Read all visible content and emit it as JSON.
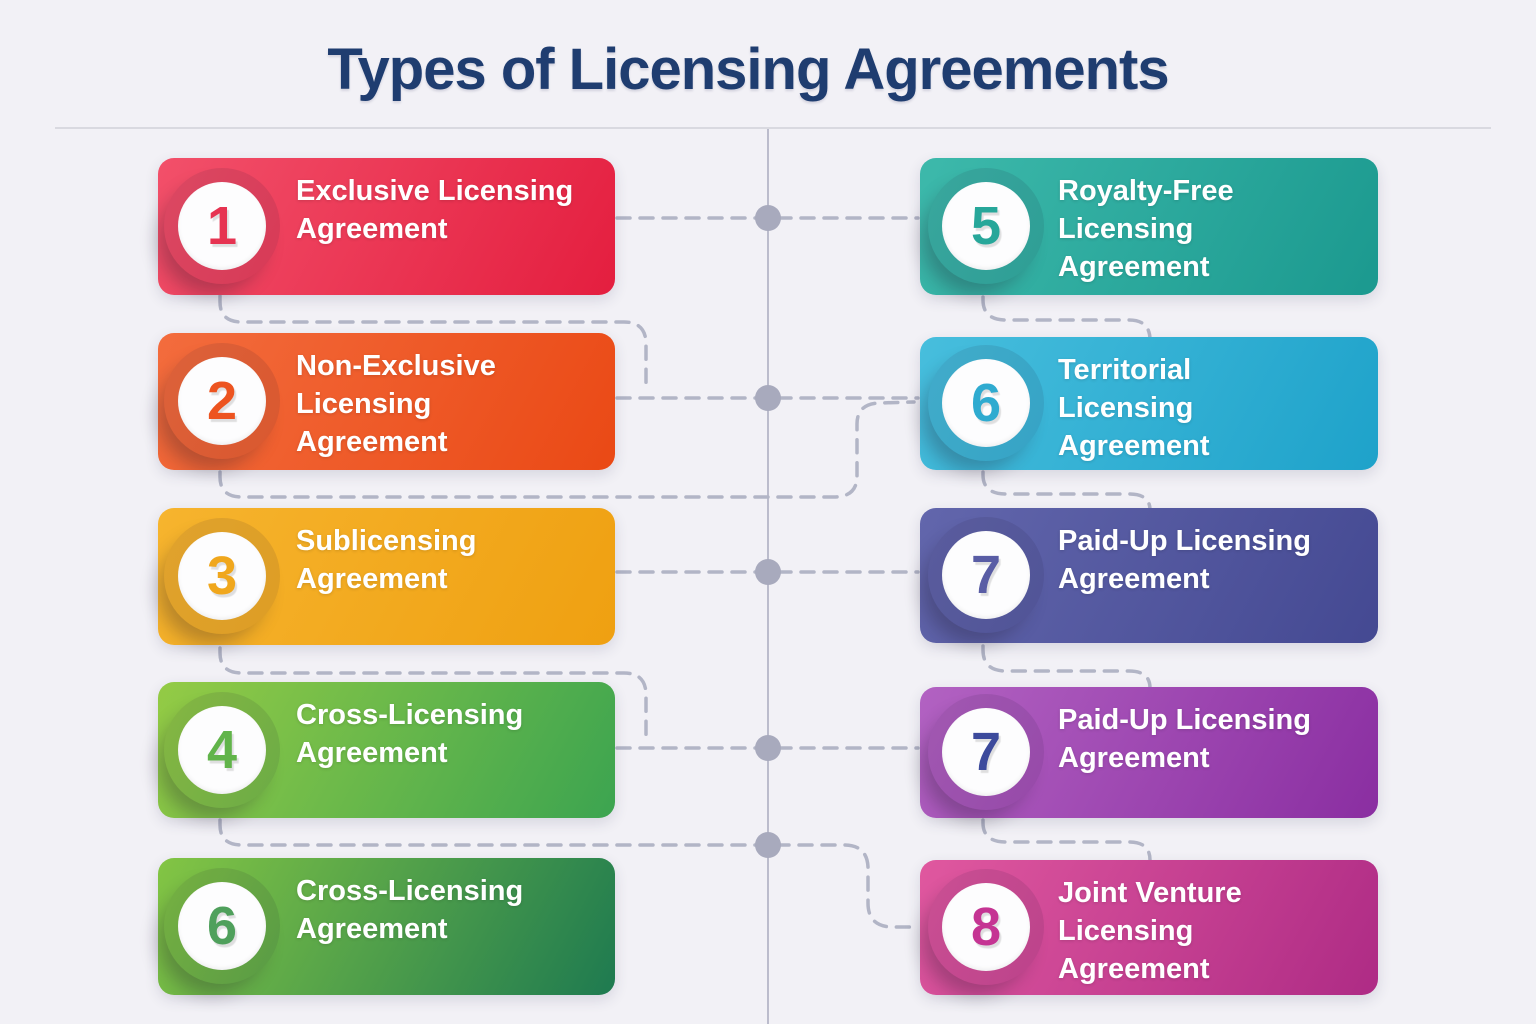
{
  "title": "Types of Licensing Agreements",
  "title_color": "#1f3d70",
  "background_color": "#f2f1f6",
  "connectors": {
    "dash_color": "#b2b5c6",
    "dot_color": "#a8aabd",
    "vertical_line_color": "#b5b6c8",
    "divider_color": "#d9d9e0"
  },
  "columns": {
    "left": [
      {
        "number": "1",
        "label": "Exclusive Licensing Agreement",
        "lines": [
          "Exclusive Licensing",
          "Agreement"
        ],
        "color_start": "#f2506a",
        "color_end": "#e41e3f",
        "number_color": "#e63351"
      },
      {
        "number": "2",
        "label": "Non-Exclusive Licensing Agreement",
        "lines": [
          "Non-Exclusive",
          "Licensing",
          "Agreement"
        ],
        "color_start": "#f36c3d",
        "color_end": "#ea4915",
        "number_color": "#ed5420"
      },
      {
        "number": "3",
        "label": "Sublicensing Agreement",
        "lines": [
          "Sublicensing",
          "Agreement"
        ],
        "color_start": "#f6b42e",
        "color_end": "#efa011",
        "number_color": "#f0a71d"
      },
      {
        "number": "4",
        "label": "Cross-Licensing Agreement",
        "lines": [
          "Cross-Licensing",
          "Agreement"
        ],
        "color_start": "#94cb45",
        "color_end": "#3ca450",
        "number_color": "#61b44a"
      },
      {
        "number": "6",
        "label": "Cross-Licensing Agreement",
        "lines": [
          "Cross-Licensing",
          "Agreement"
        ],
        "color_start": "#83c544",
        "color_end": "#1e7a50",
        "number_color": "#4fa05c"
      }
    ],
    "right": [
      {
        "number": "5",
        "label": "Royalty-Free Licensing Agreement",
        "lines": [
          "Royalty-Free",
          "Licensing",
          "Agreement"
        ],
        "color_start": "#3db9ab",
        "color_end": "#1b998f",
        "number_color": "#27a79a"
      },
      {
        "number": "6",
        "label": "Territorial Licensing Agreement",
        "lines": [
          "Territorial",
          "Licensing",
          "Agreement"
        ],
        "color_start": "#47bedd",
        "color_end": "#1ea2ca",
        "number_color": "#2fabd0"
      },
      {
        "number": "7",
        "label": "Paid-Up Licensing Agreement",
        "lines": [
          "Paid-Up Licensing",
          "Agreement"
        ],
        "color_start": "#6266ac",
        "color_end": "#444992",
        "number_color": "#595da5"
      },
      {
        "number": "7",
        "label": "Paid-Up Licensing Agreement",
        "lines": [
          "Paid-Up Licensing",
          "Agreement"
        ],
        "color_start": "#b262c2",
        "color_end": "#8a2ea1",
        "number_color": "#3c4a9c"
      },
      {
        "number": "8",
        "label": "Joint Venture Licensing Agreement",
        "lines": [
          "Joint Venture",
          "Licensing",
          "Agreement"
        ],
        "color_start": "#e0589f",
        "color_end": "#ae2b85",
        "number_color": "#c53493"
      }
    ]
  }
}
